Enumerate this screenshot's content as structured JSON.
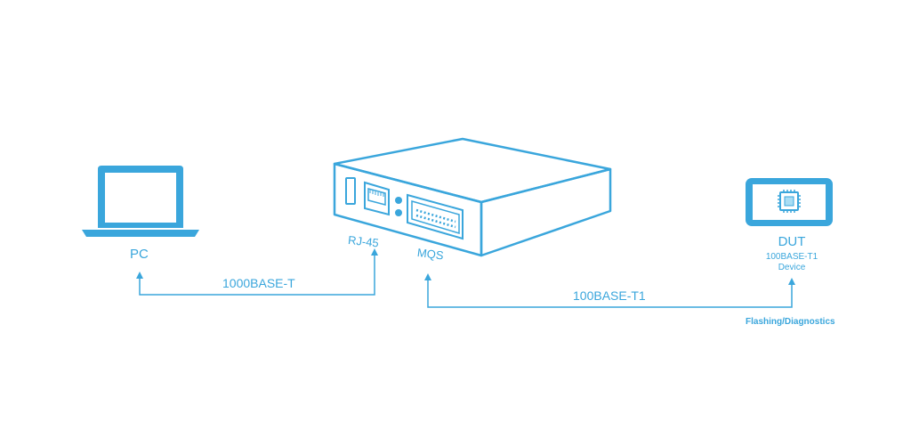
{
  "colors": {
    "accent": "#3aa6dc",
    "chip": "#a9ddf4",
    "background": "#ffffff"
  },
  "icons": [
    "laptop-icon",
    "gateway-box-icon",
    "rj45-port-icon",
    "mqs-connector-icon",
    "dut-tablet-icon",
    "chip-icon",
    "arrow-up-icon"
  ],
  "nodes": {
    "pc": {
      "label": "PC"
    },
    "gateway": {
      "port_rj45": "RJ-45",
      "port_mqs": "MQS"
    },
    "dut": {
      "title": "DUT",
      "line1": "100BASE-T1",
      "line2": "Device"
    }
  },
  "links": {
    "pc_to_rj45": {
      "label": "1000BASE-T"
    },
    "mqs_to_dut": {
      "label": "100BASE-T1"
    }
  },
  "footnote": "Flashing/Diagnostics"
}
